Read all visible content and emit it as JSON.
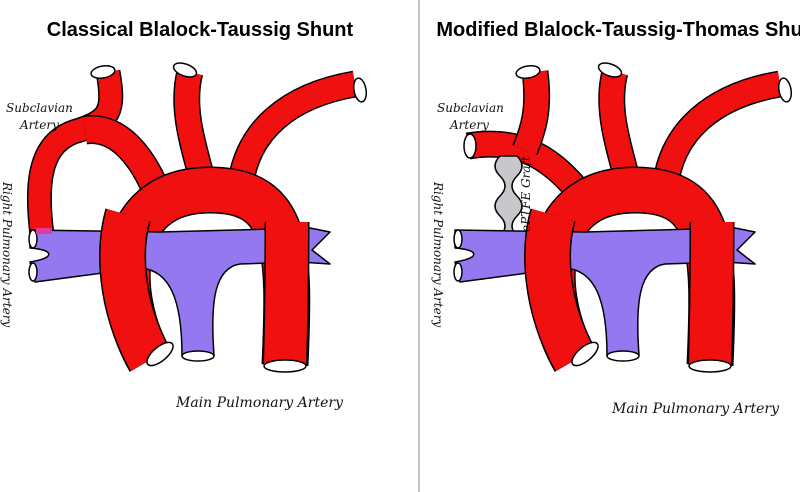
{
  "colors": {
    "artery": "#f01010",
    "pulmonary": "#9478f0",
    "graft": "#c8c8cc",
    "outline": "#000000"
  },
  "left_panel": {
    "title": "Classical Blalock-Taussig Shunt",
    "subclavian_label_line1": "Subclavian",
    "subclavian_label_line2": "Artery",
    "rpa_label": "Right Pulmonary Artery",
    "mpa_label": "Main Pulmonary Artery"
  },
  "right_panel": {
    "title": "Modified Blalock-Taussig-Thomas Shunt",
    "subclavian_label_line1": "Subclavian",
    "subclavian_label_line2": "Artery",
    "rpa_label": "Right Pulmonary Artery",
    "graft_label": "ePTFE Graft",
    "mpa_label": "Main Pulmonary Artery"
  }
}
